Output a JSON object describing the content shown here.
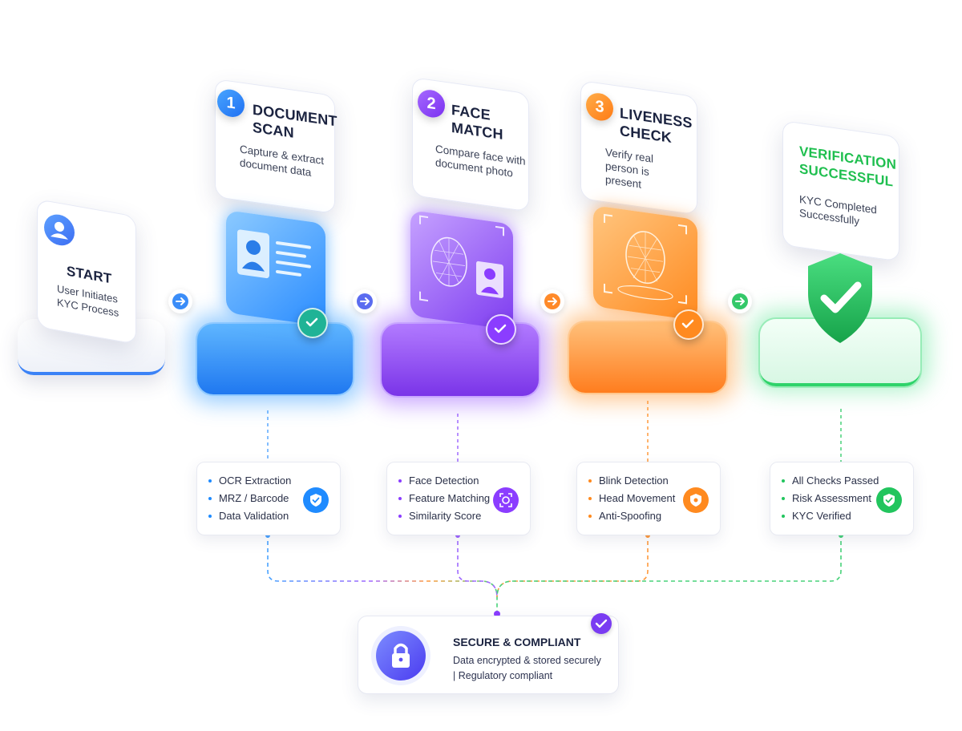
{
  "start": {
    "title": "START",
    "subtitle": "User Initiates KYC Process",
    "icon": "user-icon"
  },
  "steps": [
    {
      "number": "1",
      "title": "DOCUMENT SCAN",
      "subtitle": "Capture & extract document data",
      "color": "#1f8bff",
      "screen_icon": "id-card-icon",
      "details": [
        "OCR Extraction",
        "MRZ / Barcode",
        "Data Validation"
      ],
      "detail_icon": "shield-check-icon"
    },
    {
      "number": "2",
      "title": "FACE MATCH",
      "subtitle": "Compare face with document photo",
      "color": "#8b3dff",
      "screen_icon": "face-scan-icon",
      "details": [
        "Face Detection",
        "Feature Matching",
        "Similarity Score"
      ],
      "detail_icon": "face-scan-icon"
    },
    {
      "number": "3",
      "title": "LIVENESS CHECK",
      "subtitle": "Verify real person is present",
      "color": "#ff8a1f",
      "screen_icon": "face-mesh-icon",
      "details": [
        "Blink Detection",
        "Head Movement",
        "Anti-Spoofing"
      ],
      "detail_icon": "shield-icon"
    }
  ],
  "result": {
    "title": "VERIFICATION SUCCESSFUL",
    "subtitle": "KYC Completed Successfully",
    "color": "#22c55e",
    "icon": "shield-check-icon",
    "details": [
      "All Checks Passed",
      "Risk Assessment",
      "KYC Verified"
    ],
    "detail_icon": "shield-check-icon"
  },
  "secure": {
    "title": "SECURE & COMPLIANT",
    "line1": "Data encrypted & stored securely",
    "line2": "| Regulatory compliant",
    "icon": "lock-icon"
  }
}
